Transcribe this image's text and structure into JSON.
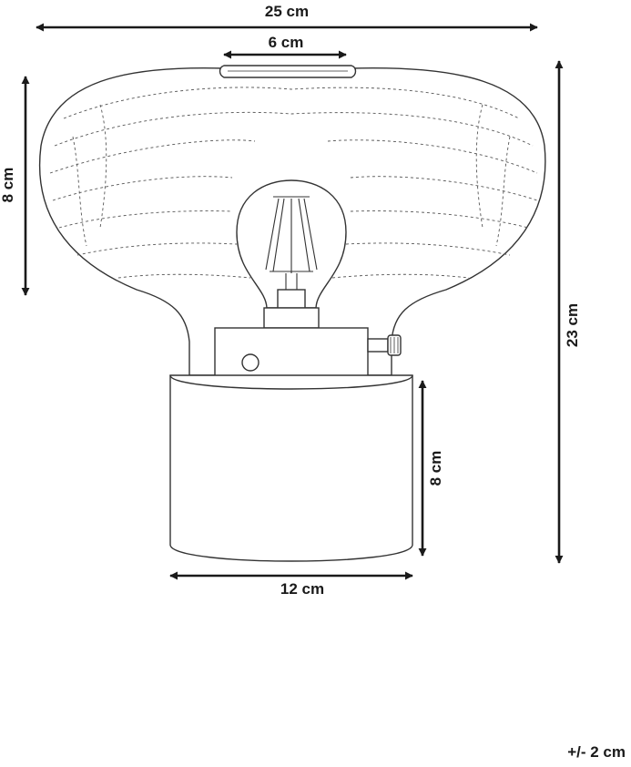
{
  "dimensions": {
    "overall_width": "25 cm",
    "top_opening": "6 cm",
    "shade_height": "8 cm",
    "overall_height": "23 cm",
    "base_height": "8 cm",
    "base_width": "12 cm"
  },
  "tolerance": "+/- 2 cm"
}
